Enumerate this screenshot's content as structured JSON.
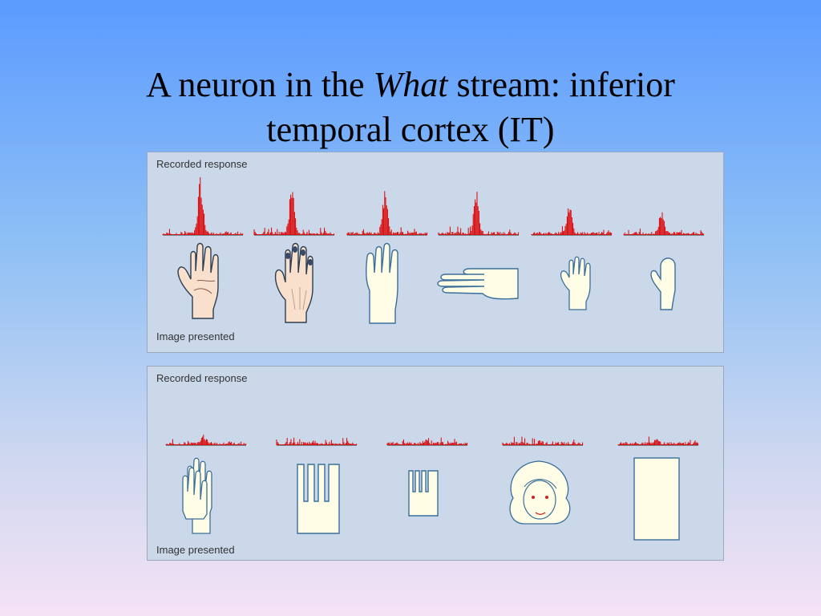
{
  "slide": {
    "title_part1": "A neuron in the ",
    "title_italic": "What",
    "title_part2": " stream: inferior",
    "title_line2": "temporal cortex (IT)"
  },
  "panels": [
    {
      "recorded_label": "Recorded response",
      "image_label": "Image presented",
      "stimuli": [
        {
          "name": "palm-hand-stimulus",
          "response": 1.0
        },
        {
          "name": "back-of-hand-stimulus",
          "response": 0.85
        },
        {
          "name": "hand-outline-stimulus",
          "response": 0.75
        },
        {
          "name": "sideways-hand-stimulus",
          "response": 0.8
        },
        {
          "name": "small-hand-stimulus",
          "response": 0.55
        },
        {
          "name": "mitten-stimulus",
          "response": 0.4
        }
      ]
    },
    {
      "recorded_label": "Recorded response",
      "image_label": "Image presented",
      "stimuli": [
        {
          "name": "overlapping-hands-stimulus",
          "response": 0.35
        },
        {
          "name": "comb-shape-stimulus",
          "response": 0.1
        },
        {
          "name": "small-comb-stimulus",
          "response": 0.15
        },
        {
          "name": "face-stimulus",
          "response": 0.1
        },
        {
          "name": "rectangle-stimulus",
          "response": 0.2
        }
      ]
    }
  ],
  "colors": {
    "spike": "#dd0000",
    "shape_fill": "#fffde6",
    "shape_stroke": "#3a6f9a",
    "skin_fill": "#f8e0cc",
    "panel_bg": "#cad8ea"
  }
}
